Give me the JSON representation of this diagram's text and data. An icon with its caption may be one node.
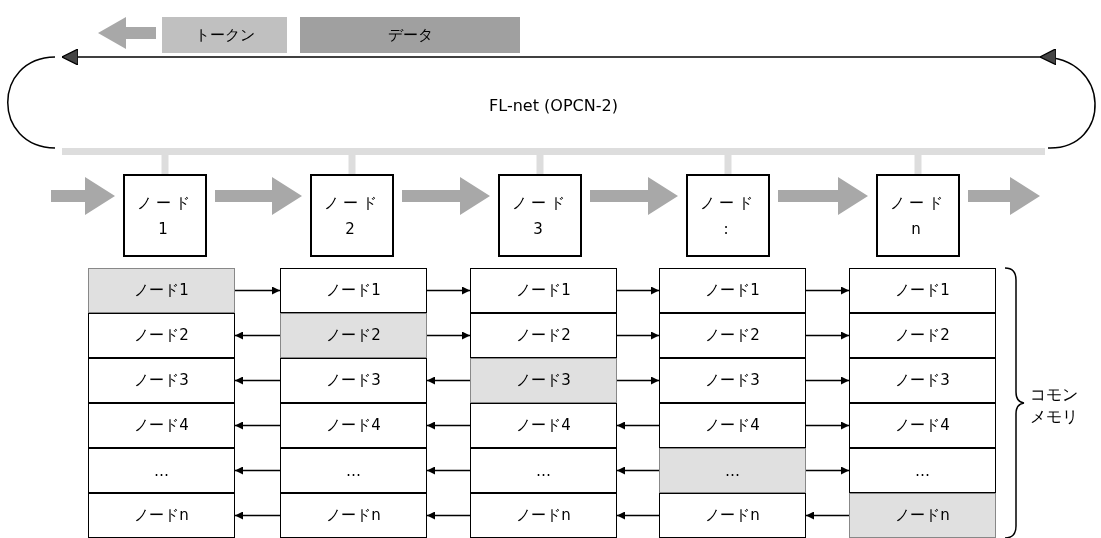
{
  "diagram": {
    "nodes": [
      {
        "text": [
          "トークン"
        ]
      },
      {
        "text": [
          "データ"
        ]
      },
      {
        "text": [
          "FL-net (OPCN-2)"
        ]
      },
      {
        "text": [
          "ノード",
          "1"
        ]
      },
      {
        "text": [
          "ノード",
          "2"
        ]
      },
      {
        "text": [
          "ノード",
          "3"
        ]
      },
      {
        "text": [
          "ノード",
          ":"
        ]
      },
      {
        "text": [
          "ノード",
          "n"
        ]
      },
      {
        "text": [
          "ノード1"
        ]
      },
      {
        "text": [
          "ノード1"
        ]
      },
      {
        "text": [
          "ノード1"
        ]
      },
      {
        "text": [
          "ノード1"
        ]
      },
      {
        "text": [
          "ノード1"
        ]
      },
      {
        "text": [
          "ノード2"
        ]
      },
      {
        "text": [
          "ノード2"
        ]
      },
      {
        "text": [
          "ノード2"
        ]
      },
      {
        "text": [
          "ノード2"
        ]
      },
      {
        "text": [
          "ノード2"
        ]
      },
      {
        "text": [
          "ノード3"
        ]
      },
      {
        "text": [
          "ノード3"
        ]
      },
      {
        "text": [
          "ノード3"
        ]
      },
      {
        "text": [
          "ノード3"
        ]
      },
      {
        "text": [
          "ノード3"
        ]
      },
      {
        "text": [
          "ノード4"
        ]
      },
      {
        "text": [
          "ノード4"
        ]
      },
      {
        "text": [
          "ノード4"
        ]
      },
      {
        "text": [
          "ノード4"
        ]
      },
      {
        "text": [
          "ノード4"
        ]
      },
      {
        "text": [
          "…"
        ]
      },
      {
        "text": [
          "…"
        ]
      },
      {
        "text": [
          "…"
        ]
      },
      {
        "text": [
          "…"
        ]
      },
      {
        "text": [
          "…"
        ]
      },
      {
        "text": [
          "ノードn"
        ]
      },
      {
        "text": [
          "ノードn"
        ]
      },
      {
        "text": [
          "ノードn"
        ]
      },
      {
        "text": [
          "ノードn"
        ]
      },
      {
        "text": [
          "ノードn"
        ]
      }
    ],
    "edges": [
      {
        "from": 2,
        "to": 3,
        "arrow": "none",
        "style": "thick",
        "color": "#dddddd"
      },
      {
        "from": 2,
        "to": 4,
        "arrow": "none",
        "style": "thick",
        "color": "#dddddd"
      },
      {
        "from": 2,
        "to": 5,
        "arrow": "none",
        "style": "thick",
        "color": "#dddddd"
      },
      {
        "from": 2,
        "to": 6,
        "arrow": "none",
        "style": "thick",
        "color": "#dddddd"
      },
      {
        "from": 2,
        "to": 7,
        "arrow": "none",
        "style": "thick",
        "color": "#dddddd"
      },
      {
        "from": 8,
        "to": 9,
        "arrow": "to"
      },
      {
        "from": 9,
        "to": 10,
        "arrow": "to"
      },
      {
        "from": 10,
        "to": 11,
        "arrow": "to"
      },
      {
        "from": 11,
        "to": 12,
        "arrow": "to"
      },
      {
        "from": 14,
        "to": 13,
        "arrow": "to"
      },
      {
        "from": 14,
        "to": 15,
        "arrow": "to"
      },
      {
        "from": 15,
        "to": 16,
        "arrow": "to"
      },
      {
        "from": 16,
        "to": 17,
        "arrow": "to"
      },
      {
        "from": 19,
        "to": 18,
        "arrow": "to"
      },
      {
        "from": 20,
        "to": 19,
        "arrow": "to"
      },
      {
        "from": 20,
        "to": 21,
        "arrow": "to"
      },
      {
        "from": 21,
        "to": 22,
        "arrow": "to"
      },
      {
        "from": 24,
        "to": 23,
        "arrow": "to"
      },
      {
        "from": 25,
        "to": 24,
        "arrow": "to"
      },
      {
        "from": 26,
        "to": 25,
        "arrow": "to"
      },
      {
        "from": 26,
        "to": 27,
        "arrow": "to"
      },
      {
        "from": 29,
        "to": 28,
        "arrow": "to"
      },
      {
        "from": 30,
        "to": 29,
        "arrow": "to"
      },
      {
        "from": 31,
        "to": 30,
        "arrow": "to"
      },
      {
        "from": 31,
        "to": 32,
        "arrow": "to"
      },
      {
        "from": 34,
        "to": 33,
        "arrow": "to"
      },
      {
        "from": 35,
        "to": 34,
        "arrow": "to"
      },
      {
        "from": 36,
        "to": 35,
        "arrow": "to"
      },
      {
        "from": 37,
        "to": 36,
        "arrow": "to"
      },
      {
        "from": null,
        "to": 3,
        "arrow": "to",
        "style": "thick",
        "color": "#a8a8a8"
      },
      {
        "from": 3,
        "to": 4,
        "arrow": "to",
        "style": "thick",
        "color": "#a8a8a8"
      },
      {
        "from": 4,
        "to": 5,
        "arrow": "to",
        "style": "thick",
        "color": "#a8a8a8"
      },
      {
        "from": 5,
        "to": 6,
        "arrow": "to",
        "style": "thick",
        "color": "#a8a8a8"
      },
      {
        "from": 6,
        "to": 7,
        "arrow": "to",
        "style": "thick",
        "color": "#a8a8a8"
      },
      {
        "from": 7,
        "to": null,
        "arrow": "to",
        "style": "thick",
        "color": "#a8a8a8"
      },
      {
        "from": 0,
        "to": null,
        "arrow": "to",
        "style": "thick",
        "color": "#a8a8a8"
      }
    ],
    "labels": [
      "コモンメモリ"
    ]
  }
}
